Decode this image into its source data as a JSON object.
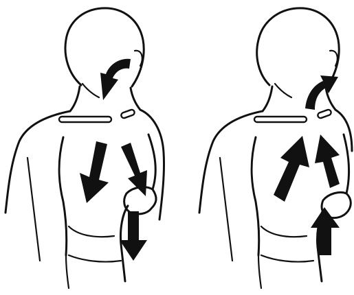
{
  "panels": [
    {
      "id": "left",
      "arrow_direction": "down"
    },
    {
      "id": "right",
      "arrow_direction": "up"
    }
  ],
  "colors": {
    "line": "#111111",
    "background": "#ffffff"
  }
}
